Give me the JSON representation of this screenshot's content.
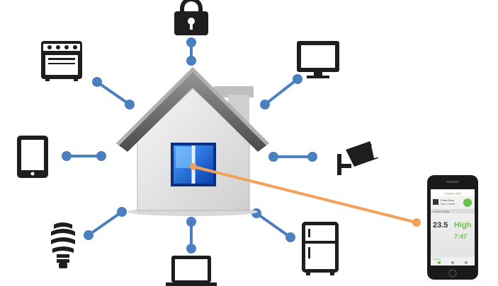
{
  "colors": {
    "connector": "#4a7fc0",
    "link": "#f0a25a",
    "icon": "#1e1e1e",
    "accent_green": "#6cc04a"
  },
  "devices": [
    {
      "name": "lock-icon"
    },
    {
      "name": "oven-icon"
    },
    {
      "name": "tv-monitor-icon"
    },
    {
      "name": "tablet-icon"
    },
    {
      "name": "security-camera-icon"
    },
    {
      "name": "light-bulb-icon"
    },
    {
      "name": "laptop-icon"
    },
    {
      "name": "refrigerator-icon"
    }
  ],
  "hub": {
    "name": "house-icon"
  },
  "phone": {
    "brand": "Lowe's Iris",
    "device_line1": "Front Door",
    "device_line2": "Door Locked",
    "living_label": "LIVING ROOM",
    "temp_value": "23.5",
    "level_value": "High",
    "time_value": "7:47",
    "footer": "Cancel"
  }
}
